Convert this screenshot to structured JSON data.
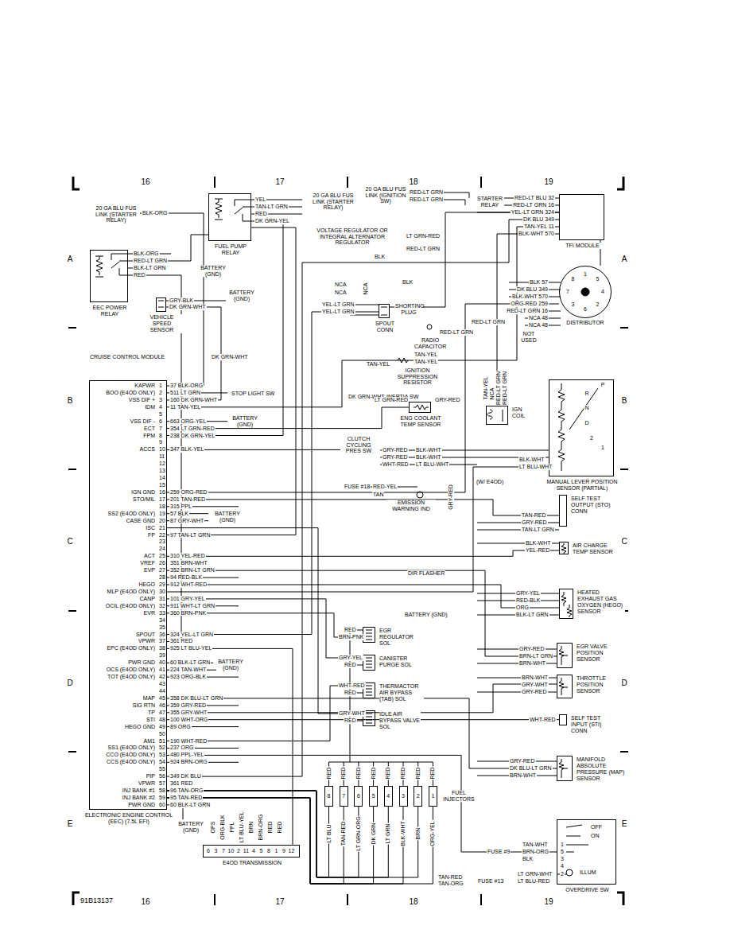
{
  "diagram": {
    "nodes": [
      {
        "text": [
          "ELECTRONIC ENGINE CONTROL (EEC) (7.5L EFI)"
        ]
      },
      {
        "text": [
          "EEC POWER RELAY"
        ]
      },
      {
        "text": [
          "FUEL PUMP RELAY"
        ]
      },
      {
        "text": [
          "VEHICLE SPEED SENSOR"
        ]
      },
      {
        "text": [
          "TFI MODULE"
        ]
      },
      {
        "text": [
          "DISTRIBUTOR"
        ]
      },
      {
        "text": [
          "SPOUT CONN"
        ]
      },
      {
        "text": [
          "IGN COIL"
        ]
      },
      {
        "text": [
          "ENG COOLANT TEMP SENSOR"
        ]
      },
      {
        "text": [
          "MANUAL LEVER POSITION SENSOR (PARTIAL)"
        ]
      },
      {
        "text": [
          "SELF TEST OUTPUT (STO) CONN"
        ]
      },
      {
        "text": [
          "AIR CHARGE TEMP SENSOR"
        ]
      },
      {
        "text": [
          "HEATED EXHAUST GAS OXYGEN (HEGO) SENSOR"
        ]
      },
      {
        "text": [
          "EGR REGULATOR SOL"
        ]
      },
      {
        "text": [
          "CANISTER PURGE SOL"
        ]
      },
      {
        "text": [
          "EGR VALVE POSITION SENSOR"
        ]
      },
      {
        "text": [
          "THERMACTOR AIR BYPASS (TAB) SOL"
        ]
      },
      {
        "text": [
          "THROTTLE POSITION SENSOR"
        ]
      },
      {
        "text": [
          "IDLE AIR BYPASS VALVE SOL"
        ]
      },
      {
        "text": [
          "SELF TEST INPUT (STI) CONN"
        ]
      },
      {
        "text": [
          "MANIFOLD ABSOLUTE PRESSURE (MAP) SENSOR"
        ]
      },
      {
        "text": [
          "8"
        ]
      },
      {
        "text": [
          "7"
        ]
      },
      {
        "text": [
          "6"
        ]
      },
      {
        "text": [
          "5"
        ]
      },
      {
        "text": [
          "4"
        ]
      },
      {
        "text": [
          "3"
        ]
      },
      {
        "text": [
          "2"
        ]
      },
      {
        "text": [
          "1"
        ]
      },
      {
        "text": [
          "E4OD TRANSMISSION"
        ]
      },
      {
        "text": [
          "OVERDRIVE SW"
        ]
      }
    ],
    "edges": [
      {
        "from": 0,
        "to": 1,
        "arrow": "none"
      },
      {
        "from": 0,
        "to": 2,
        "arrow": "none"
      },
      {
        "from": 0,
        "to": 3,
        "arrow": "none"
      },
      {
        "from": 0,
        "to": 6,
        "arrow": "none"
      },
      {
        "from": 6,
        "to": 4,
        "arrow": "none"
      },
      {
        "from": 0,
        "to": 4,
        "arrow": "none"
      },
      {
        "from": 0,
        "to": 4,
        "arrow": "none"
      },
      {
        "from": 0,
        "to": 5,
        "arrow": "none"
      },
      {
        "from": 0,
        "to": 8,
        "arrow": "none"
      },
      {
        "from": 0,
        "to": 9,
        "arrow": "none"
      },
      {
        "from": 0,
        "to": 10,
        "arrow": "none"
      },
      {
        "from": 0,
        "to": 11,
        "arrow": "none"
      },
      {
        "from": 0,
        "to": 12,
        "arrow": "none"
      },
      {
        "from": 0,
        "to": 15,
        "arrow": "none"
      },
      {
        "from": 0,
        "to": 17,
        "arrow": "none"
      },
      {
        "from": 0,
        "to": 19,
        "arrow": "none"
      },
      {
        "from": 0,
        "to": 20,
        "arrow": "none"
      },
      {
        "from": 0,
        "to": 13,
        "arrow": "none"
      },
      {
        "from": 0,
        "to": 14,
        "arrow": "none"
      },
      {
        "from": 0,
        "to": 16,
        "arrow": "none"
      },
      {
        "from": 0,
        "to": 18,
        "arrow": "none"
      },
      {
        "from": 0,
        "to": 21,
        "arrow": "none"
      },
      {
        "from": 0,
        "to": 22,
        "arrow": "none"
      },
      {
        "from": 0,
        "to": 23,
        "arrow": "none"
      },
      {
        "from": 0,
        "to": 24,
        "arrow": "none"
      },
      {
        "from": 0,
        "to": 25,
        "arrow": "none"
      },
      {
        "from": 0,
        "to": 26,
        "arrow": "none"
      },
      {
        "from": 0,
        "to": 27,
        "arrow": "none"
      },
      {
        "from": 0,
        "to": 28,
        "arrow": "none"
      },
      {
        "from": 0,
        "to": 29,
        "arrow": "none"
      },
      {
        "from": 0,
        "to": 30,
        "arrow": "none"
      },
      {
        "from": 4,
        "to": 5,
        "arrow": "none"
      },
      {
        "from": 4,
        "to": 7,
        "arrow": "none"
      },
      {
        "from": 1,
        "to": 2,
        "arrow": "none"
      }
    ],
    "labels": [
      "16",
      "17",
      "18",
      "19",
      "16",
      "17",
      "18",
      "19",
      "A",
      "A",
      "B",
      "B",
      "C",
      "C",
      "D",
      "D",
      "E",
      "E",
      "91B13137",
      "1",
      "2",
      "3",
      "4",
      "5",
      "6",
      "7",
      "8",
      "9",
      "10",
      "11",
      "12",
      "13",
      "14",
      "15",
      "16",
      "17",
      "18",
      "19",
      "20",
      "21",
      "22",
      "23",
      "24",
      "25",
      "26",
      "27",
      "28",
      "29",
      "30",
      "31",
      "32",
      "33",
      "34",
      "35",
      "36",
      "37",
      "38",
      "39",
      "40",
      "41",
      "42",
      "43",
      "44",
      "45",
      "46",
      "47",
      "48",
      "49",
      "50",
      "51",
      "52",
      "53",
      "54",
      "55",
      "56",
      "57",
      "58",
      "59",
      "60",
      "KAPWR",
      "BOO (E4OD ONLY)",
      "VSS DIF +",
      "IDM",
      "VSS DIF -",
      "ECT",
      "FPM",
      "ACCS",
      "IGN GND",
      "STO/MIL",
      "SS2 (E4OD ONLY)",
      "CASE GND",
      "ISC",
      "FP",
      "ACT",
      "VREF",
      "EVP",
      "HEGO",
      "MLP (E4OD ONLY)",
      "CANP",
      "OCIL (E4OD ONLY)",
      "EVR",
      "SPOUT",
      "VPWR",
      "EPC (E4OD ONLY)",
      "PWR GND",
      "OCS (E4OD ONLY)",
      "TOT (E4OD ONLY)",
      "MAP",
      "SIG RTN",
      "TP",
      "STI",
      "HEGO GND",
      "AM1",
      "SS1 (E4OD ONLY)",
      "CCO (E4OD ONLY)",
      "CCS (E4OD ONLY)",
      "PIP",
      "VPWR",
      "INJ BANK #1",
      "INJ BANK #2",
      "PWR GND",
      "37 BLK-ORG",
      "511 LT GRN",
      "160 DK GRN-WHT",
      "11 TAN-YEL",
      "663 ORG-YEL",
      "354 LT GRN-RED",
      "238 DK GRN-YEL",
      "347 BLK-YEL",
      "259 ORG-RED",
      "201 TAN-RED",
      "315 PPL",
      "57 BLK",
      "87 GRY-WHT",
      "97 TAN-LT GRN",
      "310 YEL-RED",
      "351 BRN-WHT",
      "352 BRN-LT GRN",
      "94 RED-BLK",
      "912 WHT-RED",
      "101 GRY-YEL",
      "911 WHT-LT GRN",
      "360 BRN-PNK",
      "324 YEL-LT GRN",
      "361 RED",
      "925 LT BLU-YEL",
      "60 BLK-LT GRN",
      "224 TAN-WHT",
      "923 ORG-BLK",
      "358 DK BLU-LT GRN",
      "359 GRY-RED",
      "355 GRY-WHT",
      "100 WHT-ORG",
      "89 ORG",
      "190 WHT-RED",
      "237 ORG",
      "480 PPL-YEL",
      "924 BRN-ORG",
      "349 DK BLU",
      "361 RED",
      "96 TAN-ORG",
      "95 TAN-RED",
      "60 BLK-LT GRN",
      "20 GA BLU FUS LINK (STARTER RELAY)",
      "BLK-ORG",
      "BLK-ORG",
      "RED-LT GRN",
      "BLK-LT GRN",
      "RED",
      "BATTERY (GND)",
      "GRY-BLK",
      "DK GRN-WHT",
      "BATTERY (GND)",
      "CRUISE CONTROL MODULE",
      "DK GRN-WHT",
      "STOP LIGHT SW",
      "BATTERY (GND)",
      "DK GRN-WHT",
      "INERTIA SW",
      "CLUTCH CYCLING PRES SW",
      "BATTERY (GND)",
      "BATTERY (GND)",
      "BATTERY (GND)",
      "YEL",
      "TAN-LT GRN",
      "RED",
      "DK GRN-YEL",
      "20 GA BLU FUS LINK (STARTER RELAY)",
      "20 GA BLU FUS LINK (IGNITION SW)",
      "RED-LT GRN",
      "RED-LT GRN",
      "STARTER RELAY",
      "RED-LT BLU 32",
      "RED-LT GRN 16",
      "YEL-LT GRN 324",
      "DK BLU 349",
      "TAN-YEL 11",
      "BLK-WHT 570",
      "VOLTAGE REGULATOR OR INTEGRAL ALTERNATOR REGULATOR",
      "LT GRN-RED",
      "RED-LT GRN",
      "BLK",
      "BLK",
      "NCA",
      "NCA",
      "NCA",
      "YEL-LT GRN",
      "YEL-LT GRN",
      "SHORTING PLUG",
      "BLK 57",
      "DK BLU 349",
      "BLK-WHT 570",
      "ORG-RED 259",
      "RED-LT GRN 16",
      "NCA 48",
      "NCA 48",
      "NOT USED",
      "RED-LT GRN",
      "RED-LT GRN",
      "RADIO CAPACITOR",
      "TAN-YEL",
      "TAN-YEL",
      "TAN-YEL",
      "IGNITION SUPPRESSION RESISTOR",
      "TAN-YEL",
      "NCA",
      "RED-LT GRN",
      "RED-LT GRN",
      "1",
      "5",
      "4",
      "2",
      "6",
      "3",
      "7",
      "8",
      "LT GRN-RED",
      "GRY-RED",
      "GRY-RED",
      "BLK-WHT",
      "GRY-RED",
      "BLK-WHT",
      "WHT-RED",
      "LT BLU-WHT",
      "BLK-WHT",
      "LT BLU-WHT",
      "(W/ E4OD)",
      "P",
      "R",
      "N",
      "D",
      "2",
      "1",
      "FUSE #18",
      "RED-YEL",
      "TAN",
      "EMISSION WARNING IND",
      "GRY-RED",
      "TAN-RED",
      "GRY-RED",
      "TAN-LT GRN",
      "BLK-WHT",
      "YEL-RED",
      "DIR FLASHER",
      "GRY-YEL",
      "RED-BLK",
      "ORG",
      "BLK-LT GRN",
      "BATTERY (GND)",
      "GRY-RED",
      "BRN-LT GRN",
      "BRN-WHT",
      "BRN-WHT",
      "GRY-WHT",
      "GRY-RED",
      "WHT-RED",
      "GRY-RED",
      "DK BLU-LT GRN",
      "BRN-WHT",
      "RED",
      "BRN-PNK",
      "GRY-YEL",
      "RED",
      "WHT-RED",
      "RED",
      "GRY-WHT",
      "RED",
      "RED",
      "RED",
      "RED",
      "RED",
      "RED",
      "RED",
      "RED",
      "RED",
      "LT BLU",
      "TAN-RED",
      "LT GRN-ORG",
      "DK GRN",
      "LT GRN",
      "BLK-WHT",
      "BRN",
      "ORG-YEL",
      "FUEL INJECTORS",
      "TAN-RED",
      "TAN-ORG",
      "6",
      "3",
      "7",
      "10",
      "2",
      "11",
      "4",
      "5",
      "8",
      "1",
      "9",
      "12",
      "OPS",
      "ORG-BLK",
      "PPL",
      "LT BLU-YEL",
      "BRN",
      "BRN-ORG",
      "RED",
      "RED",
      "OFF",
      "ON",
      "ILLUM",
      "FUSE #9",
      "TAN-WHT",
      "BRN-ORG",
      "BLK",
      "FUSE #13",
      "LT GRN-WHT",
      "LT BLU-RED",
      "1",
      "5",
      "3",
      "4",
      "2"
    ]
  }
}
